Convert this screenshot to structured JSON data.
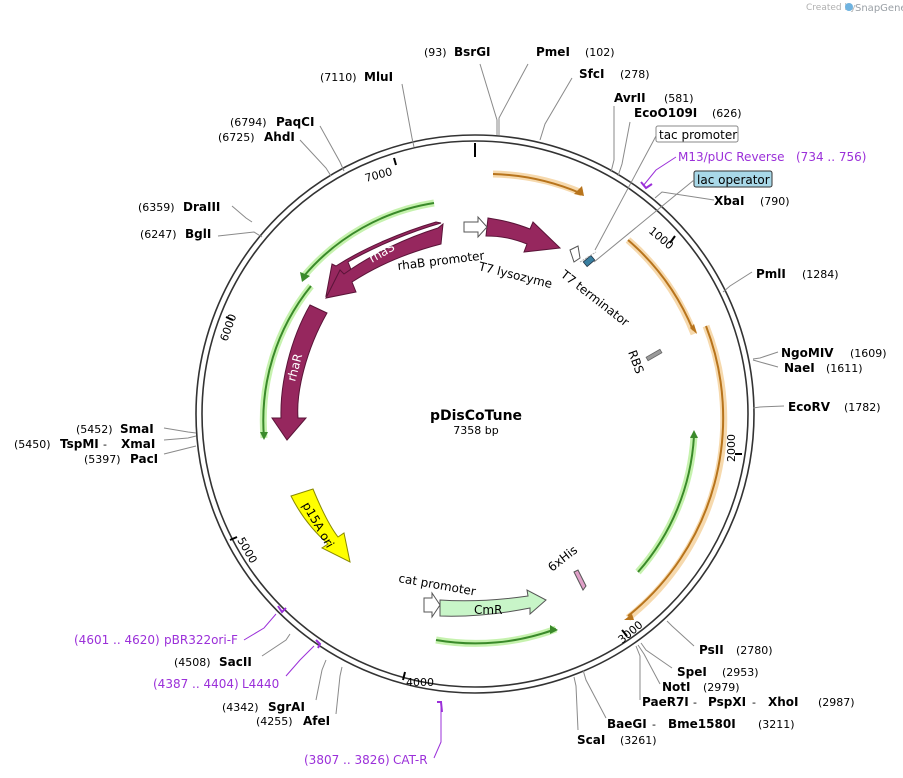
{
  "credit": {
    "created_by": "Created by",
    "brand": "SnapGene"
  },
  "plasmid": {
    "name": "pDisCoTune",
    "size": "7358 bp"
  },
  "ticks": [
    "1000",
    "2000",
    "3000",
    "4000",
    "5000",
    "6000",
    "7000"
  ],
  "enzymes": {
    "bsrgi": {
      "name": "BsrGI",
      "pos": "(93)"
    },
    "pmei": {
      "name": "PmeI",
      "pos": "(102)"
    },
    "sfci": {
      "name": "SfcI",
      "pos": "(278)"
    },
    "avrii": {
      "name": "AvrII",
      "pos": "(581)"
    },
    "ecoo109i": {
      "name": "EcoO109I",
      "pos": "(626)"
    },
    "xbai": {
      "name": "XbaI",
      "pos": "(790)"
    },
    "pmli": {
      "name": "PmlI",
      "pos": "(1284)"
    },
    "ngomiv": {
      "name": "NgoMIV",
      "pos": "(1609)"
    },
    "naei": {
      "name": "NaeI",
      "pos": "(1611)"
    },
    "ecorv": {
      "name": "EcoRV",
      "pos": "(1782)"
    },
    "psii": {
      "name": "PsII",
      "pos": "(2780)"
    },
    "spei": {
      "name": "SpeI",
      "pos": "(2953)"
    },
    "noti": {
      "name": "NotI",
      "pos": "(2979)"
    },
    "paer7i": {
      "name": "PaeR7I",
      "sep1": " - ",
      "name2": "PspXI",
      "sep2": " - ",
      "name3": "XhoI",
      "pos": "(2987)"
    },
    "baegi": {
      "name": "BaeGI",
      "sep": " - ",
      "name2": "Bme1580I",
      "pos": "(3211)"
    },
    "scai": {
      "name": "ScaI",
      "pos": "(3261)"
    },
    "afei": {
      "name": "AfeI",
      "pos": "(4255)"
    },
    "sgrai": {
      "name": "SgrAI",
      "pos": "(4342)"
    },
    "sacii": {
      "name": "SacII",
      "pos": "(4508)"
    },
    "paci": {
      "name": "PacI",
      "pos": "(5397)"
    },
    "tspmi": {
      "name": "TspMI",
      "sep": " - ",
      "name2": "XmaI",
      "pos": "(5450)"
    },
    "smai": {
      "name": "SmaI",
      "pos": "(5452)"
    },
    "bgli": {
      "name": "BglI",
      "pos": "(6247)"
    },
    "draiii": {
      "name": "DraIII",
      "pos": "(6359)"
    },
    "ahdi": {
      "name": "AhdI",
      "pos": "(6725)"
    },
    "paqci": {
      "name": "PaqCI",
      "pos": "(6794)"
    },
    "mlui": {
      "name": "MluI",
      "pos": "(7110)"
    }
  },
  "primers": {
    "m13": {
      "name": "M13/pUC Reverse",
      "range": "(734 .. 756)"
    },
    "pbr322": {
      "range": "(4601 .. 4620)",
      "name": "pBR322ori-F"
    },
    "l4440": {
      "range": "(4387 .. 4404)",
      "name": "L4440"
    },
    "catr": {
      "range": "(3807 .. 3826)",
      "name": "CAT-R"
    }
  },
  "boxed_features": {
    "tac_promoter": "tac promoter",
    "lac_operator": "lac operator"
  },
  "features": {
    "rhas": "rhaS",
    "rhar": "rhaR",
    "rhab_promoter": "rhaB promoter",
    "t7_lysozyme": "T7 lysozyme",
    "t7_terminator": "T7 terminator",
    "rbs": "RBS",
    "p15a_ori": "p15A ori",
    "cat_promoter": "cat promoter",
    "cmr": "CmR",
    "his6": "6xHis"
  },
  "colors": {
    "backbone": "#333333",
    "cds": "#96275e",
    "ori": "#ffff00",
    "marker": "#c8f5c8",
    "orf_green": "#3a9a2a",
    "orf_orange": "#c8861e",
    "primer": "#9b30d9",
    "lac_operator_fill": "#a8d8e8"
  }
}
